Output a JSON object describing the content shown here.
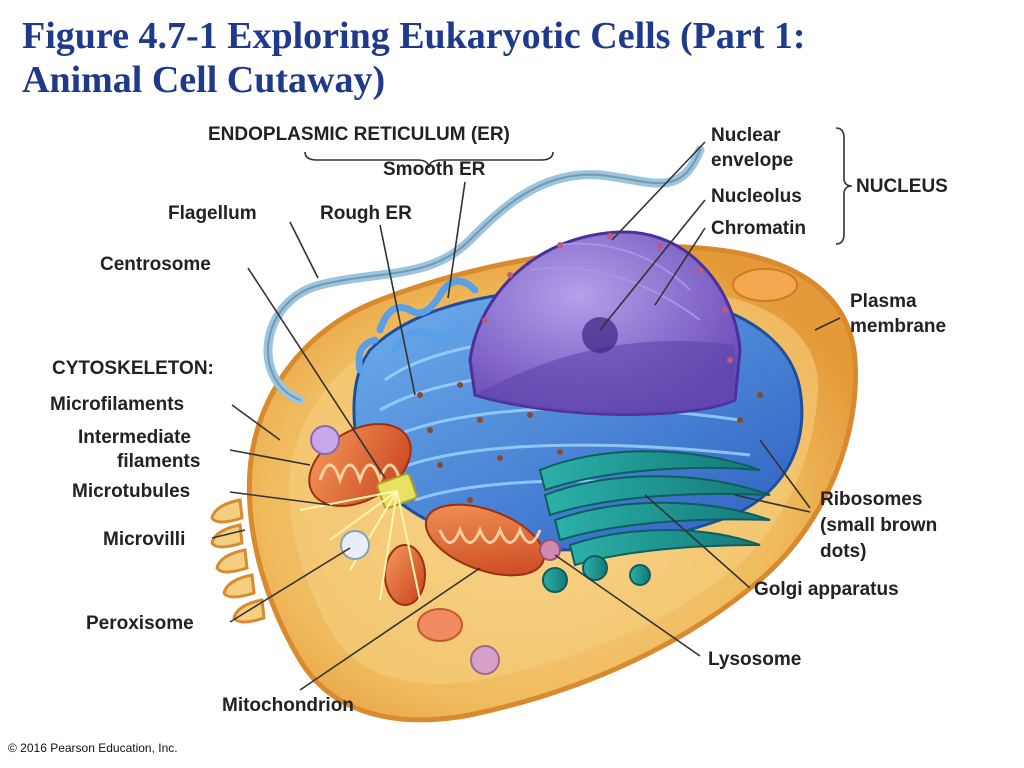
{
  "slide": {
    "title_line1": "Figure 4.7-1 Exploring Eukaryotic Cells (Part 1:",
    "title_line2": "Animal Cell Cutaway)",
    "copyright": "© 2016 Pearson Education, Inc."
  },
  "labels": {
    "er_group": "ENDOPLASMIC RETICULUM (ER)",
    "smooth_er": "Smooth ER",
    "rough_er": "Rough ER",
    "flagellum": "Flagellum",
    "centrosome": "Centrosome",
    "cytoskeleton": "CYTOSKELETON:",
    "microfilaments": "Microfilaments",
    "intermediate_1": "Intermediate",
    "intermediate_2": "filaments",
    "microtubules": "Microtubules",
    "microvilli": "Microvilli",
    "peroxisome": "Peroxisome",
    "mitochondrion": "Mitochondrion",
    "nuclear_1": "Nuclear",
    "nuclear_2": "envelope",
    "nucleolus": "Nucleolus",
    "chromatin": "Chromatin",
    "nucleus_group": "NUCLEUS",
    "plasma_1": "Plasma",
    "plasma_2": "membrane",
    "ribosomes_1": "Ribosomes",
    "ribosomes_2": "(small brown",
    "ribosomes_3": "dots)",
    "golgi": "Golgi apparatus",
    "lysosome": "Lysosome"
  },
  "colors": {
    "title": "#1f3a8a",
    "cytoplasm": "#f2c16a",
    "membrane": "#e59a3a",
    "er": "#3b7fd6",
    "nucleus": "#7a5cc4",
    "golgi": "#1f9a9a",
    "mitochondrion": "#e0572a"
  }
}
